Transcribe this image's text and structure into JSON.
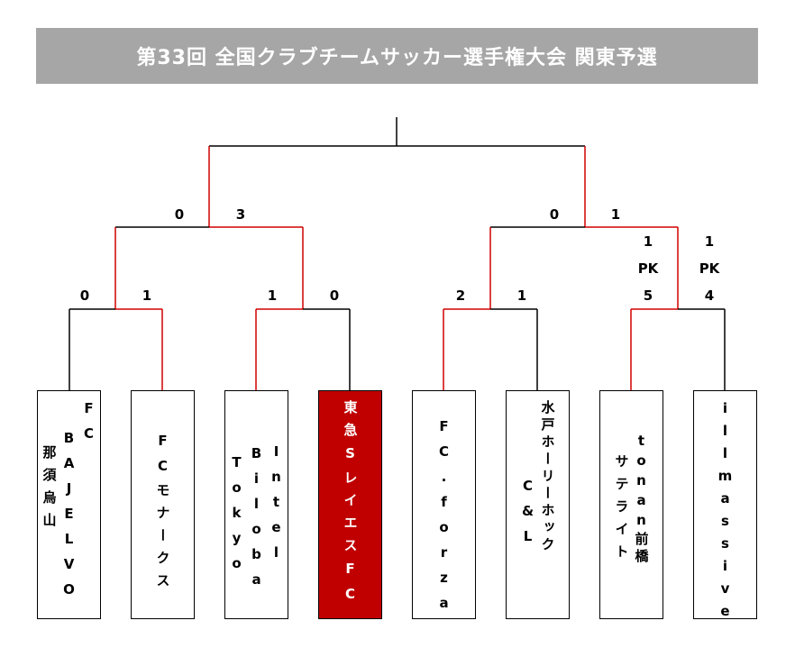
{
  "title": "第33回 全国クラブチームサッカー選手権大会 関東予選",
  "colors": {
    "title_bg": "#a6a6a6",
    "win_line": "#d10000",
    "winner_fill": "#c00000"
  },
  "teams": [
    {
      "lines": [
        "FC",
        "BAJELVO",
        "那須烏山"
      ]
    },
    {
      "lines": [
        "FCモナークス"
      ]
    },
    {
      "lines": [
        "Intel",
        "Biloba",
        "Tokyo"
      ]
    },
    {
      "lines": [
        "東急SレイエスFC"
      ],
      "highlight": true
    },
    {
      "lines": [
        "FC.forza"
      ]
    },
    {
      "lines": [
        "水戸ホーリーホック",
        "C&L"
      ]
    },
    {
      "lines": [
        "tonan前橋",
        "サテライト"
      ]
    },
    {
      "lines": [
        "illmassive"
      ]
    }
  ],
  "round1_scores": [
    "0",
    "1",
    "1",
    "0",
    "2",
    "1",
    "5",
    "4"
  ],
  "pk_scores": [
    {
      "team_index": 6,
      "score": "1",
      "label": "PK"
    },
    {
      "team_index": 7,
      "score": "1",
      "label": "PK"
    }
  ],
  "semi_scores": [
    "0",
    "3",
    "0",
    "1"
  ]
}
